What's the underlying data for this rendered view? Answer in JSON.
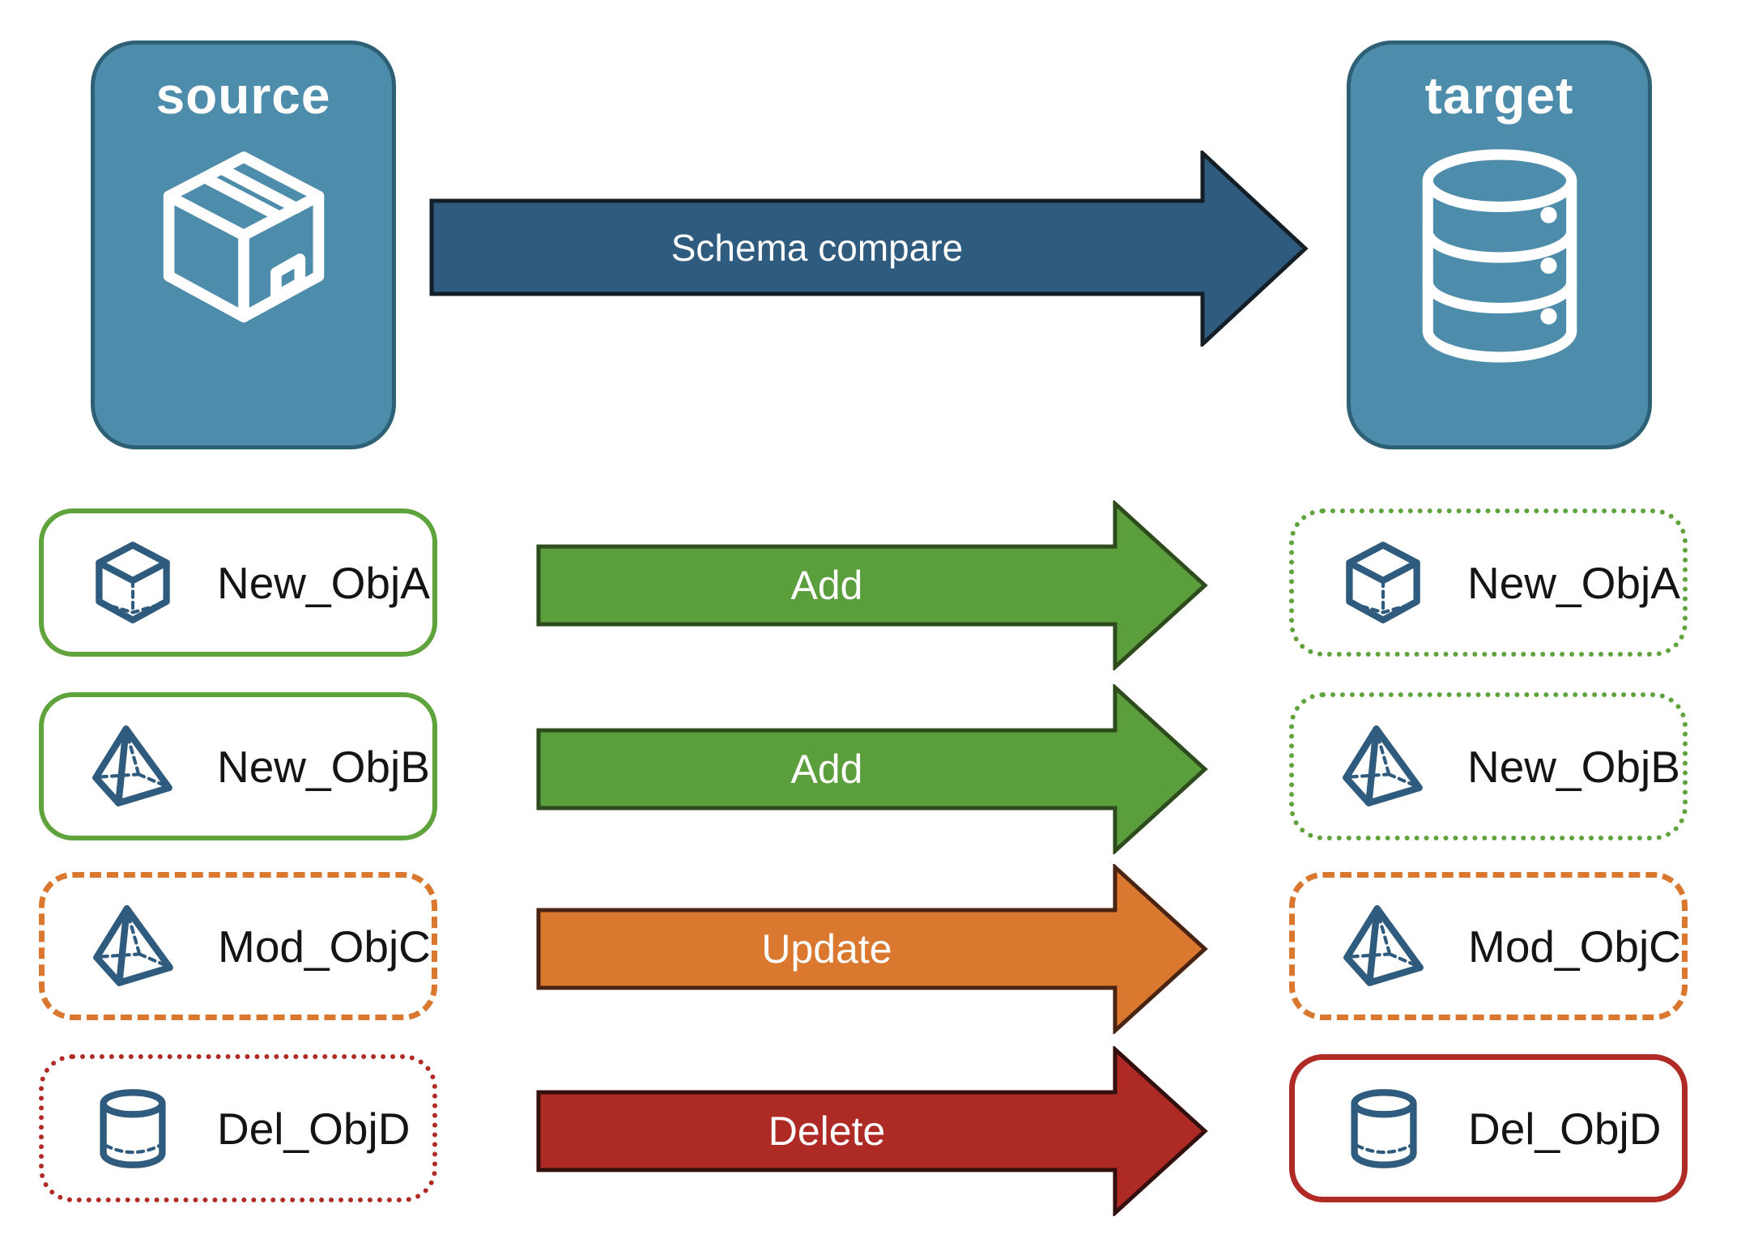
{
  "source": {
    "label": "source"
  },
  "target": {
    "label": "target"
  },
  "compare": {
    "label": "Schema compare"
  },
  "rows": [
    {
      "name": "New_ObjA",
      "action": "Add",
      "icon": "cube-icon",
      "source_border": "solid-green",
      "target_border": "dotted-green"
    },
    {
      "name": "New_ObjB",
      "action": "Add",
      "icon": "pyramid-icon",
      "source_border": "solid-green",
      "target_border": "dotted-green"
    },
    {
      "name": "Mod_ObjC",
      "action": "Update",
      "icon": "pyramid-icon",
      "source_border": "dashed-orange",
      "target_border": "dashed-orange"
    },
    {
      "name": "Del_ObjD",
      "action": "Delete",
      "icon": "cylinder-icon",
      "source_border": "dotted-red",
      "target_border": "solid-red"
    }
  ],
  "colors": {
    "node_fill": "#4E8CAC",
    "node_border": "#2E6076",
    "compare_arrow": "#2E5B7E",
    "add_arrow": "#5B9E3C",
    "update_arrow": "#D9782E",
    "delete_arrow": "#AE2A25",
    "green_border": "#5FA33C",
    "orange_border": "#D9782E",
    "red_border": "#B12B26",
    "icon_stroke": "#2E5B7E"
  }
}
